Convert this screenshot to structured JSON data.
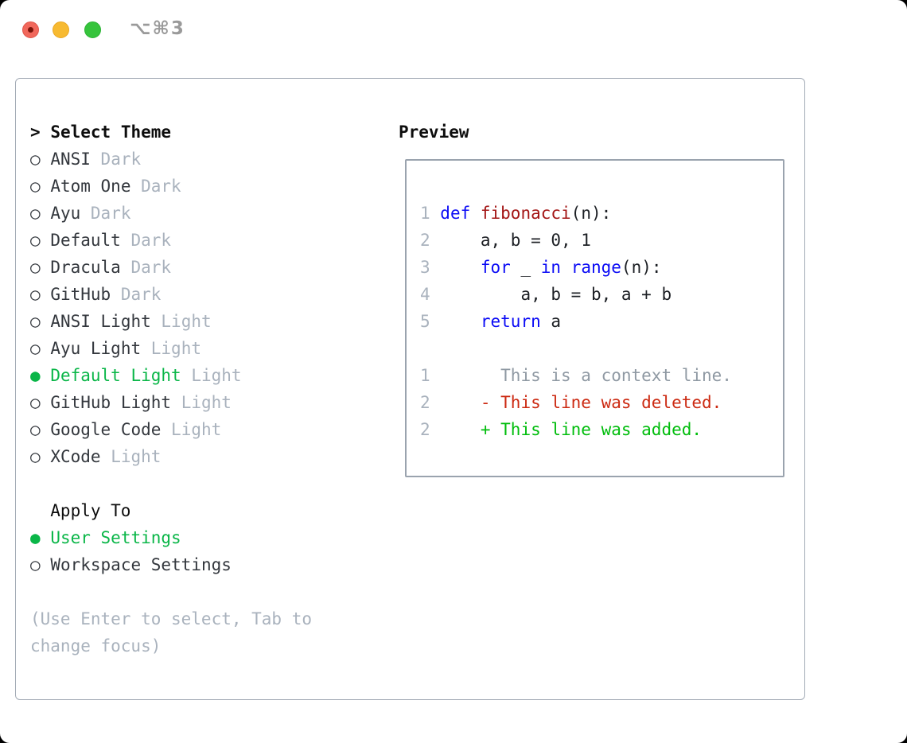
{
  "window": {
    "shortcut": "⌥⌘3"
  },
  "colors": {
    "accent_green": "#0ab648",
    "added_green": "#00bd0c",
    "deleted_red": "#cc2a12",
    "keyword_blue": "#0b0bf5",
    "function_red": "#a31515",
    "muted_gray": "#a9b2bd",
    "context_gray": "#8f99a3",
    "traffic_red": "#f1685c",
    "traffic_yellow": "#f7ba31",
    "traffic_green": "#36c43c"
  },
  "theme_panel": {
    "prompt": ">",
    "title": "Select Theme",
    "items": [
      {
        "bullet": "○",
        "name": "ANSI",
        "tag": "Dark",
        "selected": false
      },
      {
        "bullet": "○",
        "name": "Atom One",
        "tag": "Dark",
        "selected": false
      },
      {
        "bullet": "○",
        "name": "Ayu",
        "tag": "Dark",
        "selected": false
      },
      {
        "bullet": "○",
        "name": "Default",
        "tag": "Dark",
        "selected": false
      },
      {
        "bullet": "○",
        "name": "Dracula",
        "tag": "Dark",
        "selected": false
      },
      {
        "bullet": "○",
        "name": "GitHub",
        "tag": "Dark",
        "selected": false
      },
      {
        "bullet": "○",
        "name": "ANSI Light",
        "tag": "Light",
        "selected": false
      },
      {
        "bullet": "○",
        "name": "Ayu Light",
        "tag": "Light",
        "selected": false
      },
      {
        "bullet": "●",
        "name": "Default Light",
        "tag": "Light",
        "selected": true
      },
      {
        "bullet": "○",
        "name": "GitHub Light",
        "tag": "Light",
        "selected": false
      },
      {
        "bullet": "○",
        "name": "Google Code",
        "tag": "Light",
        "selected": false
      },
      {
        "bullet": "○",
        "name": "XCode",
        "tag": "Light",
        "selected": false
      }
    ]
  },
  "apply_to": {
    "title": "Apply To",
    "items": [
      {
        "bullet": "●",
        "name": "User Settings",
        "selected": true
      },
      {
        "bullet": "○",
        "name": "Workspace Settings",
        "selected": false
      }
    ]
  },
  "hint": {
    "line1": "(Use Enter to select, Tab to",
    "line2": "change focus)"
  },
  "preview": {
    "title": "Preview",
    "code_lines": [
      [
        [
          "ln",
          "1 "
        ],
        [
          "kw",
          "def "
        ],
        [
          "fn",
          "fibonacci"
        ],
        [
          "pl",
          "(n):"
        ]
      ],
      [
        [
          "ln",
          "2 "
        ],
        [
          "pl",
          "    a, b = 0, 1"
        ]
      ],
      [
        [
          "ln",
          "3 "
        ],
        [
          "pl",
          "    "
        ],
        [
          "kw",
          "for"
        ],
        [
          "pl",
          " _ "
        ],
        [
          "kw",
          "in"
        ],
        [
          "pl",
          " "
        ],
        [
          "kw",
          "range"
        ],
        [
          "pl",
          "(n):"
        ]
      ],
      [
        [
          "ln",
          "4 "
        ],
        [
          "pl",
          "        a, b = b, a + b"
        ]
      ],
      [
        [
          "ln",
          "5 "
        ],
        [
          "pl",
          "    "
        ],
        [
          "kw",
          "return"
        ],
        [
          "pl",
          " a"
        ]
      ],
      [],
      [
        [
          "ln",
          "1"
        ],
        [
          "ctx",
          "       This is a context line."
        ]
      ],
      [
        [
          "ln",
          "2"
        ],
        [
          "del",
          "     - This line was deleted."
        ]
      ],
      [
        [
          "ln",
          "2"
        ],
        [
          "add",
          "     + This line was added."
        ]
      ]
    ]
  }
}
